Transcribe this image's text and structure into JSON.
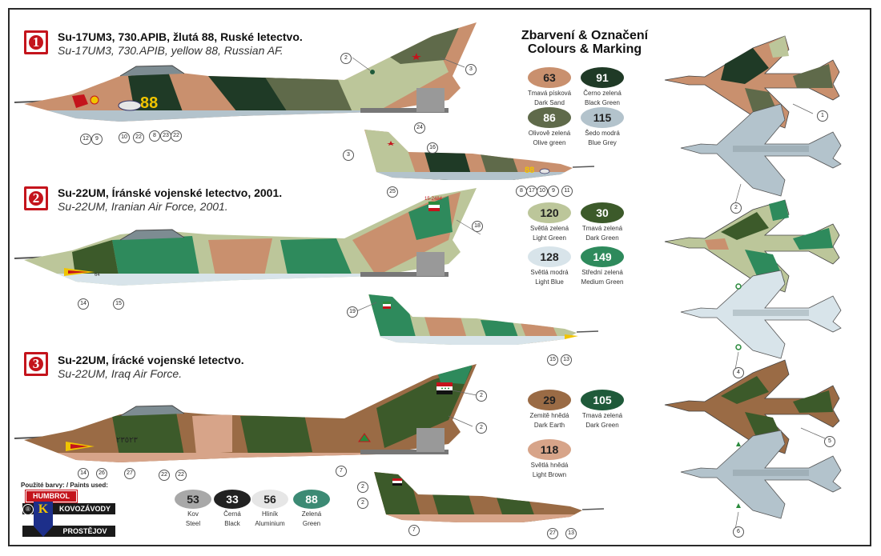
{
  "headings": {
    "line1": "Zbarvení & Označení",
    "line2": "Colours & Marking"
  },
  "schemes": [
    {
      "number": "1",
      "title": "Su-17UM3, 730.APIB, žlutá 88, Ruské letectvo.",
      "subtitle": "Su-17UM3, 730.APIB, yellow 88, Russian AF."
    },
    {
      "number": "2",
      "title": "Su-22UM, Íránské vojenské letectvo, 2001.",
      "subtitle": "Su-22UM, Iranian Air Force, 2001."
    },
    {
      "number": "3",
      "title": "Su-22UM, Írácké vojenské letectvo.",
      "subtitle": "Su-22UM, Iraq Air Force."
    }
  ],
  "colors": {
    "sand": "#c9906e",
    "black_green": "#1f3a26",
    "olive_green": "#5f6a4a",
    "blue_grey": "#b3c3cc",
    "light_green": "#bcc69a",
    "dark_green": "#3c5a2a",
    "light_blue": "#d8e4ea",
    "medium_green": "#2e8a5c",
    "dark_earth": "#9a6b45",
    "tmava_dark_green": "#1f5a3a",
    "light_brown": "#d7a489",
    "steel": "#a8a8a8",
    "black": "#222222",
    "aluminium": "#e6e6e6",
    "green": "#3c8a74",
    "accent_red": "#c4141c"
  },
  "paints": [
    {
      "code": "63",
      "cz": "Tmavá písková",
      "en": "Dark Sand",
      "color": "#c9906e",
      "text": "#222"
    },
    {
      "code": "91",
      "cz": "Černo zelená",
      "en": "Black Green",
      "color": "#1f3a26",
      "text": "#fff"
    },
    {
      "code": "86",
      "cz": "Olivově zelená",
      "en": "Olive green",
      "color": "#5f6a4a",
      "text": "#fff"
    },
    {
      "code": "115",
      "cz": "Šedo modrá",
      "en": "Blue Grey",
      "color": "#b3c3cc",
      "text": "#222"
    },
    {
      "code": "120",
      "cz": "Světlá zelená",
      "en": "Light Green",
      "color": "#bcc69a",
      "text": "#222"
    },
    {
      "code": "30",
      "cz": "Tmavá zelená",
      "en": "Dark Green",
      "color": "#3c5a2a",
      "text": "#fff"
    },
    {
      "code": "128",
      "cz": "Světlá modrá",
      "en": "Light Blue",
      "color": "#d8e4ea",
      "text": "#222"
    },
    {
      "code": "149",
      "cz": "Střední zelená",
      "en": "Medium Green",
      "color": "#2e8a5c",
      "text": "#fff"
    },
    {
      "code": "29",
      "cz": "Zemitě hnědá",
      "en": "Dark Earth",
      "color": "#9a6b45",
      "text": "#222"
    },
    {
      "code": "105",
      "cz": "Tmavá zelená",
      "en": "Dark Green",
      "color": "#1f5a3a",
      "text": "#fff"
    },
    {
      "code": "118",
      "cz": "Světlá hnědá",
      "en": "Light Brown",
      "color": "#d7a489",
      "text": "#222"
    }
  ],
  "bottom_paints": [
    {
      "code": "53",
      "cz": "Kov",
      "en": "Steel",
      "color": "#a8a8a8",
      "text": "#222"
    },
    {
      "code": "33",
      "cz": "Černá",
      "en": "Black",
      "color": "#222222",
      "text": "#fff"
    },
    {
      "code": "56",
      "cz": "Hliník",
      "en": "Aluminium",
      "color": "#e6e6e6",
      "text": "#222"
    },
    {
      "code": "88",
      "cz": "Zelená",
      "en": "Green",
      "color": "#3c8a74",
      "text": "#fff"
    }
  ],
  "paints_used_label": "Použité barvy: / Paints used:",
  "brand_humbrol": "HUMBROL",
  "brand_kovozavody": "KOVOZÁVODY",
  "brand_prostejov": "PROSTĚJOV",
  "brand_registered": "®",
  "brand_k_letter": "K",
  "aircraft_markings": {
    "s1_number": "88",
    "s1_small_number": "88",
    "s2_serial": "15-2484",
    "s2_code": "64",
    "s3_serial": "٢٣٥٢٣"
  },
  "callouts": [
    {
      "id": "c1",
      "label": "2"
    },
    {
      "id": "c2",
      "label": "3"
    },
    {
      "id": "c3",
      "label": "12"
    },
    {
      "id": "c4",
      "label": "9"
    },
    {
      "id": "c5",
      "label": "10"
    },
    {
      "id": "c6",
      "label": "22"
    },
    {
      "id": "c7",
      "label": "8"
    },
    {
      "id": "c8",
      "label": "23"
    },
    {
      "id": "c9",
      "label": "22"
    },
    {
      "id": "c10",
      "label": "24"
    },
    {
      "id": "c11",
      "label": "3"
    },
    {
      "id": "c12",
      "label": "16"
    },
    {
      "id": "c13",
      "label": "25"
    },
    {
      "id": "c14",
      "label": "8"
    },
    {
      "id": "c15",
      "label": "17"
    },
    {
      "id": "c16",
      "label": "10"
    },
    {
      "id": "c17",
      "label": "9"
    },
    {
      "id": "c18",
      "label": "11"
    },
    {
      "id": "c19",
      "label": "18"
    },
    {
      "id": "c20",
      "label": "14"
    },
    {
      "id": "c21",
      "label": "15"
    },
    {
      "id": "c22",
      "label": "19"
    },
    {
      "id": "c23",
      "label": "15"
    },
    {
      "id": "c24",
      "label": "13"
    },
    {
      "id": "c25",
      "label": "2"
    },
    {
      "id": "c26",
      "label": "2"
    },
    {
      "id": "c27",
      "label": "14"
    },
    {
      "id": "c28",
      "label": "26"
    },
    {
      "id": "c29",
      "label": "27"
    },
    {
      "id": "c30",
      "label": "22"
    },
    {
      "id": "c31",
      "label": "22"
    },
    {
      "id": "c32",
      "label": "7"
    },
    {
      "id": "c33",
      "label": "2"
    },
    {
      "id": "c34",
      "label": "2"
    },
    {
      "id": "c35",
      "label": "7"
    },
    {
      "id": "c36",
      "label": "27"
    },
    {
      "id": "c37",
      "label": "13"
    },
    {
      "id": "c38",
      "label": "1"
    },
    {
      "id": "c39",
      "label": "2"
    },
    {
      "id": "c40",
      "label": "4"
    },
    {
      "id": "c41",
      "label": "5"
    },
    {
      "id": "c42",
      "label": "6"
    }
  ]
}
